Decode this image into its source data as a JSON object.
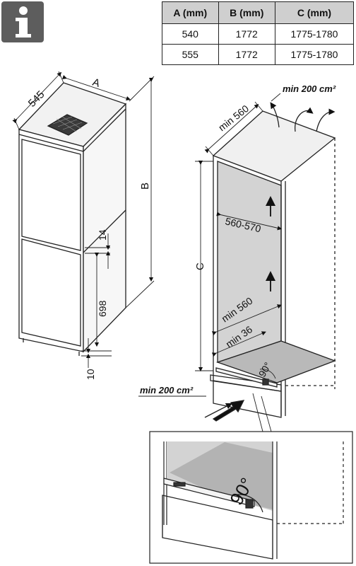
{
  "table": {
    "headers": [
      "A (mm)",
      "B (mm)",
      "C (mm)"
    ],
    "rows": [
      [
        "540",
        "1772",
        "1775-1780"
      ],
      [
        "555",
        "1772",
        "1775-1780"
      ]
    ]
  },
  "labels": {
    "dim_545": "545",
    "dim_a": "A",
    "dim_b": "B",
    "dim_14": "14",
    "dim_698": "698",
    "dim_10": "10",
    "dim_min560_top": "min 560",
    "vent_top": "min 200 cm²",
    "dim_c": "C",
    "dim_560_570": "560-570",
    "dim_min560_inner": "min 560",
    "dim_min36": "min 36",
    "angle_small": "90°",
    "vent_bottom": "min 200 cm²",
    "angle_detail": "90°"
  },
  "icons": {
    "info": "info-icon"
  },
  "colors": {
    "badge": "#5d5d5d",
    "header_bg": "#cfcfcf",
    "niche_fill": "#d3d3d3"
  }
}
